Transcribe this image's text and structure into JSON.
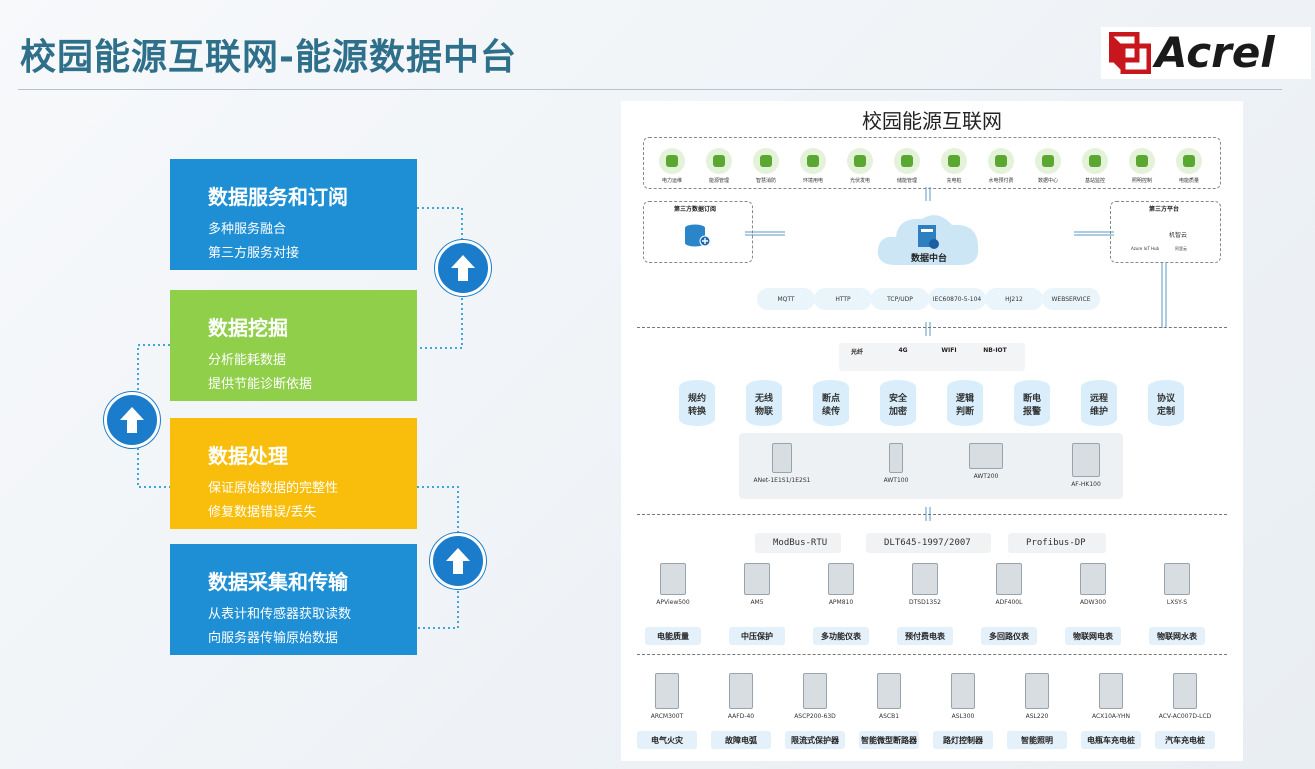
{
  "header": {
    "title": "校园能源互联网-能源数据中台",
    "logo_text": "Acrel"
  },
  "layers": [
    {
      "title": "数据服务和订阅",
      "lines": [
        "多种服务融合",
        "第三方服务对接"
      ],
      "color": "#1e8fd4"
    },
    {
      "title": "数据挖掘",
      "lines": [
        "分析能耗数据",
        "提供节能诊断依据"
      ],
      "color": "#8fcf4a"
    },
    {
      "title": "数据处理",
      "lines": [
        "保证原始数据的完整性",
        "修复数据错误/丢失"
      ],
      "color": "#f9bd0b"
    },
    {
      "title": "数据采集和传输",
      "lines": [
        "从表计和传感器获取读数",
        "向服务器传输原始数据"
      ],
      "color": "#1e8fd4"
    }
  ],
  "diagram": {
    "title": "校园能源互联网",
    "apps": [
      "电力运维",
      "能源管理",
      "智慧消防",
      "环境用电",
      "光伏发电",
      "储能管理",
      "充电桩",
      "水电预付费",
      "数据中心",
      "基站监控",
      "照明控制",
      "电能质量"
    ],
    "third_party_subscribe": "第三方数据订阅",
    "third_party_platform": "第三方平台",
    "platform_items": [
      "机智云",
      "Azure IoT Hub",
      "阿里云"
    ],
    "center_label": "数据中台",
    "protocols": [
      "MQTT",
      "HTTP",
      "TCP/UDP",
      "IEC60870-5-104",
      "HJ212",
      "WEBSERVICE"
    ],
    "networks": [
      "光纤",
      "4G",
      "WIFI",
      "NB-IOT"
    ],
    "functions": [
      [
        "规约",
        "转换"
      ],
      [
        "无线",
        "物联"
      ],
      [
        "断点",
        "续传"
      ],
      [
        "安全",
        "加密"
      ],
      [
        "逻辑",
        "判断"
      ],
      [
        "断电",
        "报警"
      ],
      [
        "远程",
        "维护"
      ],
      [
        "协议",
        "定制"
      ]
    ],
    "gateways": [
      "ANet-1E1S1/1E2S1",
      "AWT100",
      "AWT200",
      "AF-HK100"
    ],
    "buses": [
      "ModBus-RTU",
      "DLT645-1997/2007",
      "Profibus-DP"
    ],
    "meters_row1": [
      {
        "model": "APView500",
        "tag": "电能质量"
      },
      {
        "model": "AM5",
        "tag": "中压保护"
      },
      {
        "model": "APM810",
        "tag": "多功能仪表"
      },
      {
        "model": "DTSD1352",
        "tag": "预付费电表"
      },
      {
        "model": "ADF400L",
        "tag": "多回路仪表"
      },
      {
        "model": "ADW300",
        "tag": "物联网电表"
      },
      {
        "model": "LXSY-S",
        "tag": "物联网水表"
      }
    ],
    "meters_row2": [
      {
        "model": "ARCM300T",
        "tag": "电气火灾"
      },
      {
        "model": "AAFD-40",
        "tag": "故障电弧"
      },
      {
        "model": "ASCP200-63D",
        "tag": "限流式保护器"
      },
      {
        "model": "ASCB1",
        "tag": "智能微型断路器"
      },
      {
        "model": "ASL300",
        "tag": "路灯控制器"
      },
      {
        "model": "ASL220",
        "tag": "智能照明"
      },
      {
        "model": "ACX10A-YHN",
        "tag": "电瓶车充电桩"
      },
      {
        "model": "ACV-AC007D-LCD",
        "tag": "汽车充电桩"
      }
    ]
  }
}
